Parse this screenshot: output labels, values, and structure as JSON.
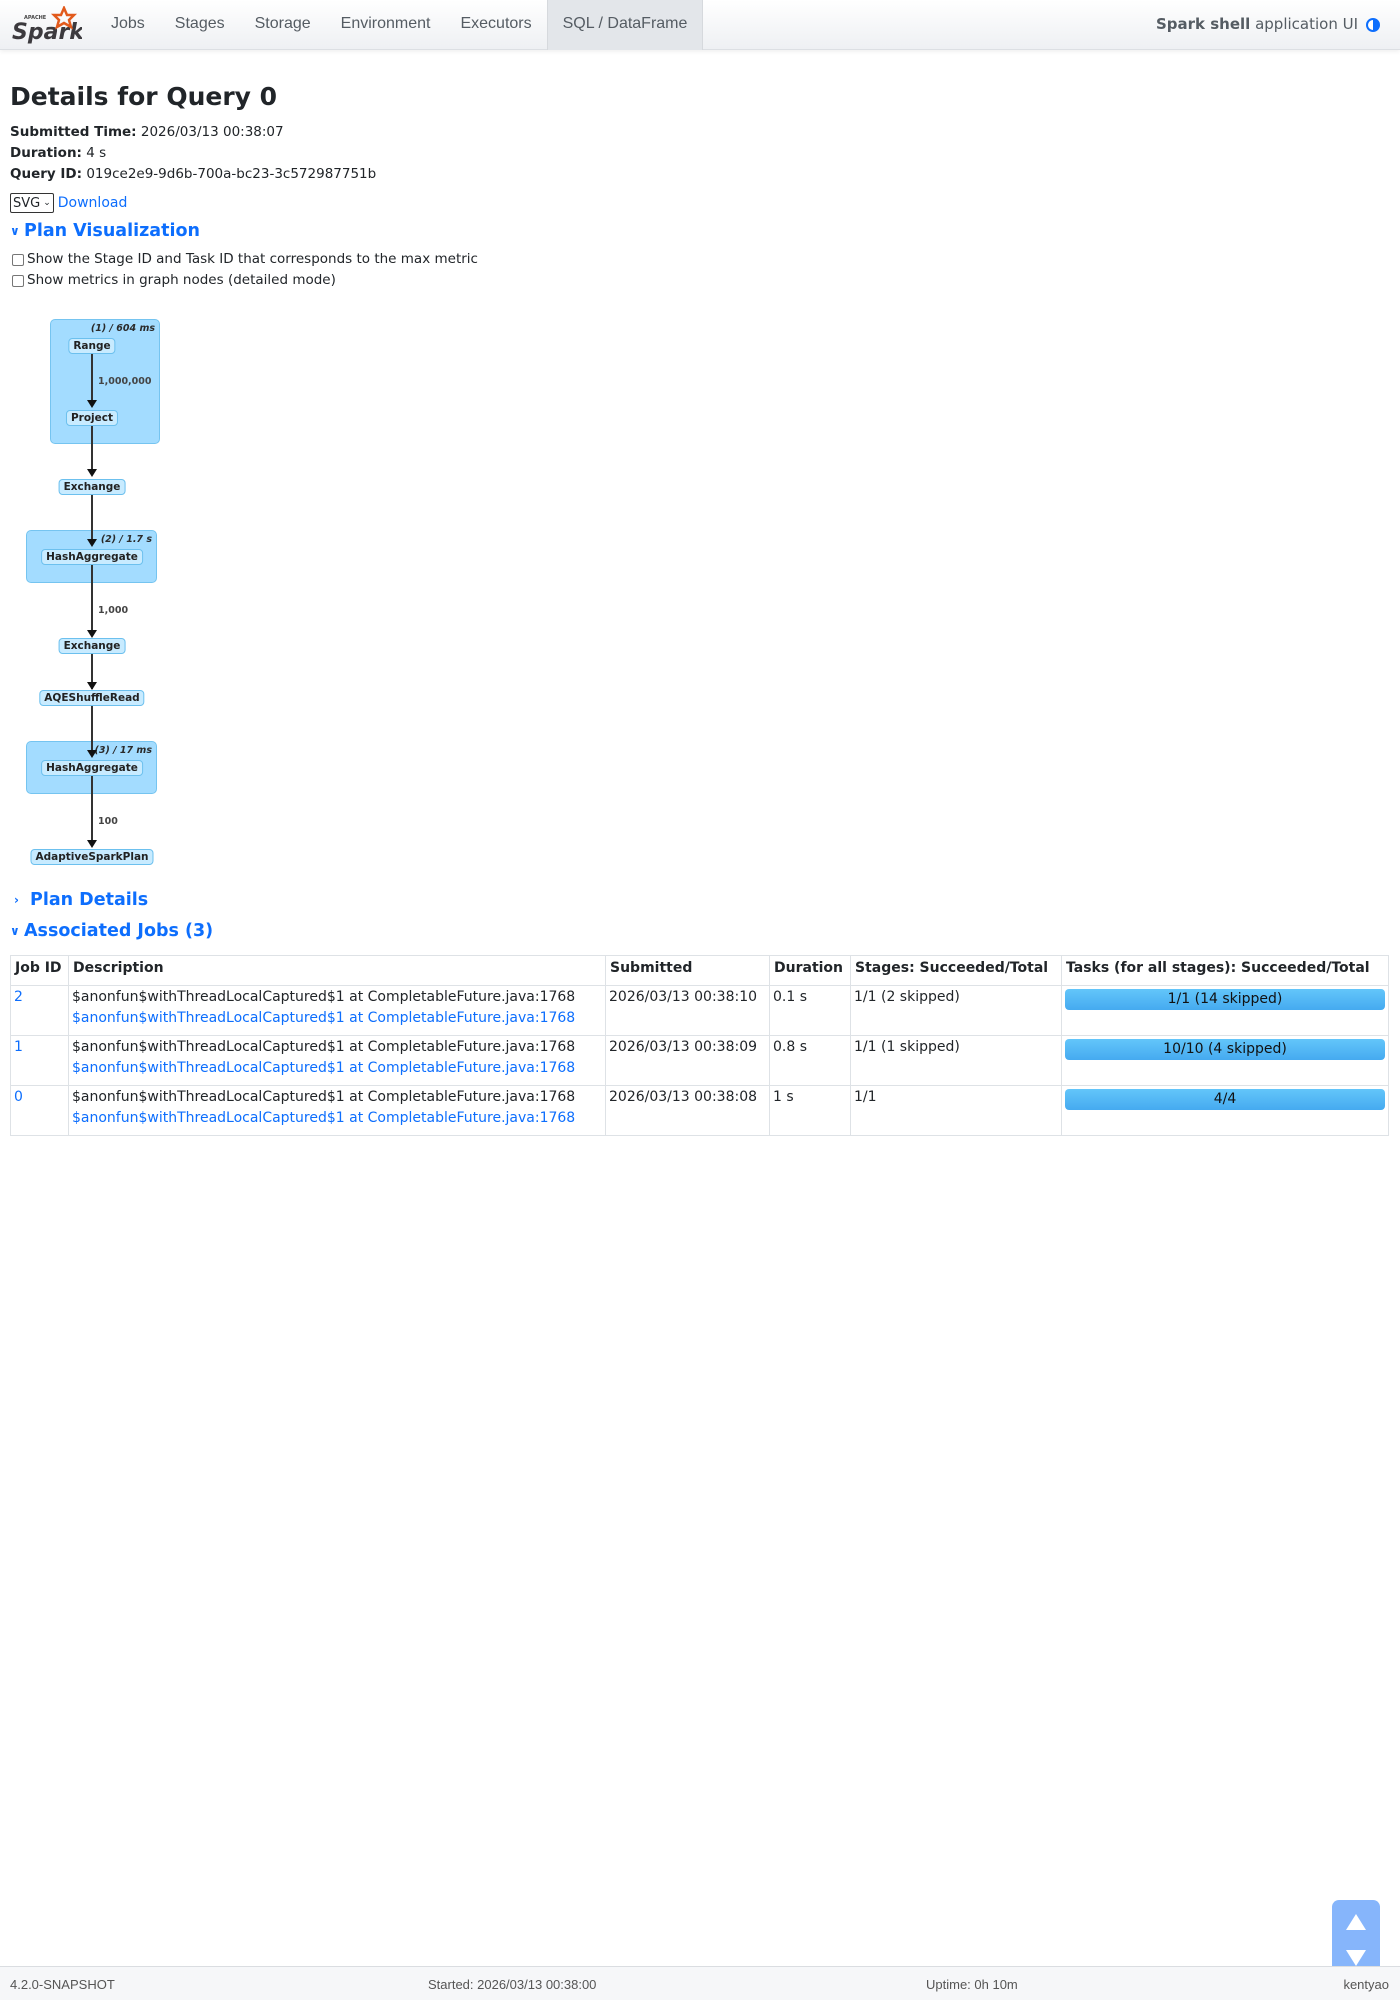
{
  "navbar": {
    "logo_alt": "Apache Spark",
    "items": [
      {
        "label": "Jobs",
        "active": false
      },
      {
        "label": "Stages",
        "active": false
      },
      {
        "label": "Storage",
        "active": false
      },
      {
        "label": "Environment",
        "active": false
      },
      {
        "label": "Executors",
        "active": false
      },
      {
        "label": "SQL / DataFrame",
        "active": true
      }
    ],
    "app_name_bold": "Spark shell",
    "app_name_rest": " application UI",
    "theme_icon": "half-circle-icon"
  },
  "page": {
    "title": "Details for Query 0",
    "summary": [
      {
        "label": "Submitted Time:",
        "value": "2026/03/13 00:38:07"
      },
      {
        "label": "Duration:",
        "value": "4 s"
      },
      {
        "label": "Query ID:",
        "value": "019ce2e9-9d6b-700a-bc23-3c572987751b"
      }
    ],
    "format_select": {
      "selected": "SVG"
    },
    "download_label": "Download"
  },
  "plan_visualization": {
    "title": "Plan Visualization",
    "expanded": true,
    "checkboxes": [
      {
        "label": "Show the Stage ID and Task ID that corresponds to the max metric",
        "checked": false
      },
      {
        "label": "Show metrics in graph nodes (detailed mode)",
        "checked": false
      }
    ],
    "clusters": [
      {
        "label": "(1) / 604 ms"
      },
      {
        "label": "(2) / 1.7 s"
      },
      {
        "label": "(3) / 17 ms"
      }
    ],
    "nodes": [
      {
        "label": "Range"
      },
      {
        "label": "Project"
      },
      {
        "label": "Exchange"
      },
      {
        "label": "HashAggregate"
      },
      {
        "label": "Exchange"
      },
      {
        "label": "AQEShuffleRead"
      },
      {
        "label": "HashAggregate"
      },
      {
        "label": "AdaptiveSparkPlan"
      }
    ],
    "edge_labels": [
      "1,000,000",
      "1,000",
      "100"
    ]
  },
  "plan_details": {
    "title": "Plan Details",
    "expanded": false
  },
  "associated_jobs": {
    "title": "Associated Jobs (3)",
    "expanded": true,
    "columns": [
      "Job ID",
      "Description",
      "Submitted",
      "Duration",
      "Stages: Succeeded/Total",
      "Tasks (for all stages): Succeeded/Total"
    ],
    "rows": [
      {
        "job_id": "2",
        "description": "$anonfun$withThreadLocalCaptured$1 at CompletableFuture.java:1768",
        "description_link": "$anonfun$withThreadLocalCaptured$1 at CompletableFuture.java:1768",
        "submitted": "2026/03/13 00:38:10",
        "duration": "0.1 s",
        "stages": "1/1 (2 skipped)",
        "tasks": "1/1 (14 skipped)"
      },
      {
        "job_id": "1",
        "description": "$anonfun$withThreadLocalCaptured$1 at CompletableFuture.java:1768",
        "description_link": "$anonfun$withThreadLocalCaptured$1 at CompletableFuture.java:1768",
        "submitted": "2026/03/13 00:38:09",
        "duration": "0.8 s",
        "stages": "1/1 (1 skipped)",
        "tasks": "10/10 (4 skipped)"
      },
      {
        "job_id": "0",
        "description": "$anonfun$withThreadLocalCaptured$1 at CompletableFuture.java:1768",
        "description_link": "$anonfun$withThreadLocalCaptured$1 at CompletableFuture.java:1768",
        "submitted": "2026/03/13 00:38:08",
        "duration": "1 s",
        "stages": "1/1",
        "tasks": "4/4"
      }
    ]
  },
  "footer": {
    "version": "4.2.0-SNAPSHOT",
    "started": "Started: 2026/03/13 00:38:00",
    "uptime": "Uptime: 0h 10m",
    "user": "kentyao"
  },
  "colors": {
    "accent": "#0d6efd",
    "cluster_fill": "#a3dcff",
    "node_fill": "#c8ebff",
    "progress_bar": "#4fb3f6"
  }
}
